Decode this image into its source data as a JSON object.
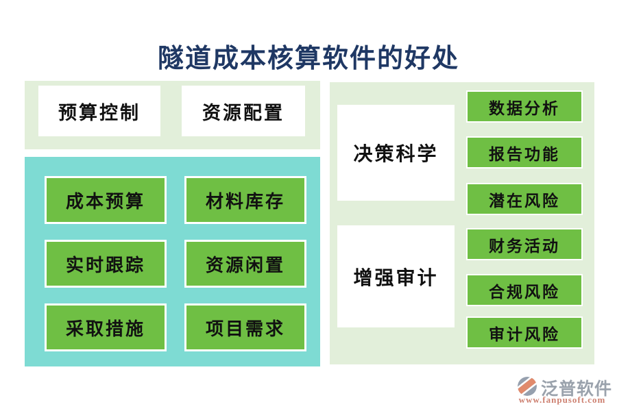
{
  "title": "隧道成本核算软件的好处",
  "colors": {
    "title_navy": "#1f3864",
    "panel_light_green": "#e2efda",
    "panel_teal": "#7edbd3",
    "card_green": "#6fbf44",
    "card_white": "#ffffff",
    "text_dark": "#111111",
    "logo_gray": "#9aa2ac",
    "logo_coral": "#e18a6c"
  },
  "summary_panel": {
    "cards": [
      {
        "label": "预算控制"
      },
      {
        "label": "资源配置"
      }
    ]
  },
  "process_panel": {
    "cards": [
      {
        "label": "成本预算"
      },
      {
        "label": "材料库存"
      },
      {
        "label": "实时跟踪"
      },
      {
        "label": "资源闲置"
      },
      {
        "label": "采取措施"
      },
      {
        "label": "项目需求"
      }
    ]
  },
  "right_panel": {
    "groups": [
      {
        "heading": "决策科学",
        "items": [
          "数据分析",
          "报告功能",
          "潜在风险"
        ]
      },
      {
        "heading": "增强审计",
        "items": [
          "财务活动",
          "合规风险",
          "审计风险"
        ]
      }
    ]
  },
  "footer": {
    "brand": "泛普软件",
    "url": "www.fanpusoft.com"
  }
}
